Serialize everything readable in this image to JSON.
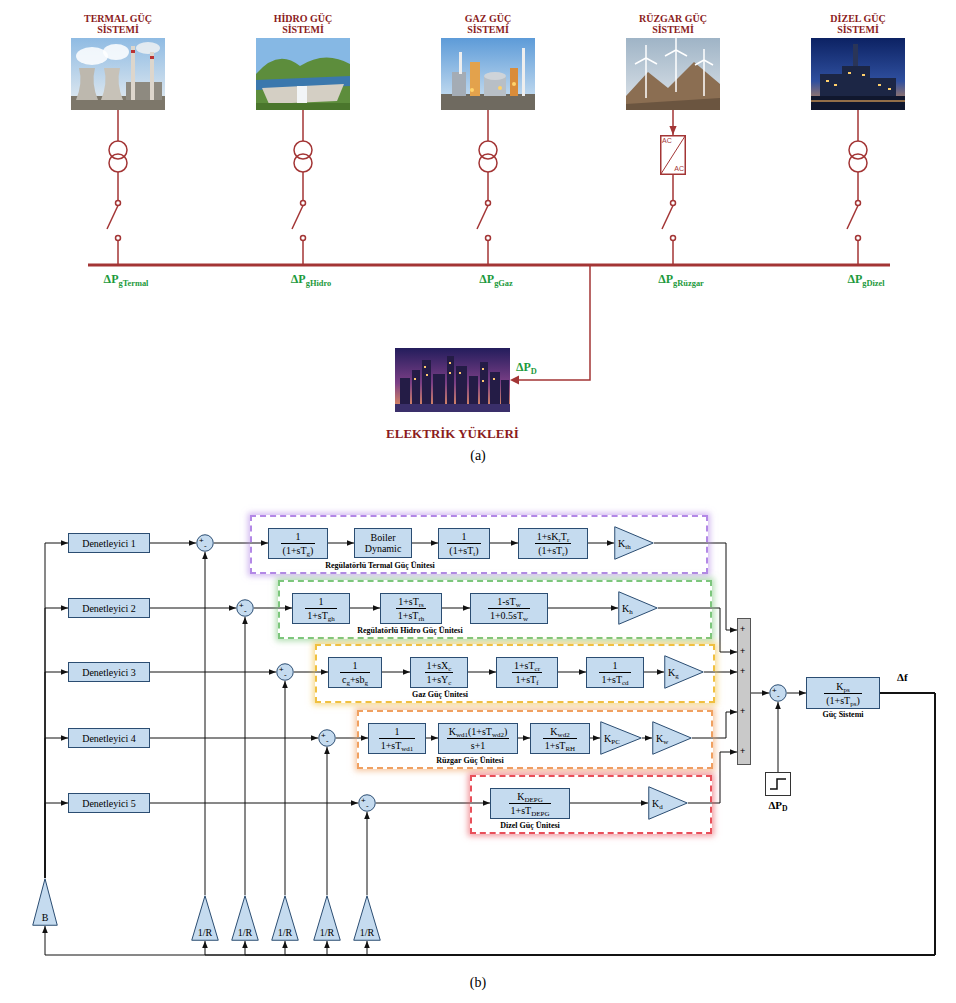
{
  "diagram": {
    "nodes": [
      {
        "text": [
          "TERMAL GÜÇ SİSTEMİ"
        ]
      },
      {
        "text": [
          "HİDRO GÜÇ SİSTEMİ"
        ]
      },
      {
        "text": [
          "GAZ GÜÇ SİSTEMİ"
        ]
      },
      {
        "text": [
          "RÜZGAR GÜÇ SİSTEMİ"
        ]
      },
      {
        "text": [
          "DİZEL GÜÇ SİSTEMİ"
        ]
      },
      {
        "text": [
          "AC",
          "AC"
        ]
      },
      {
        "text": [
          "ELEKTRİK YÜKLERİ"
        ]
      },
      {
        "text": [
          "Denetleyici 1"
        ]
      },
      {
        "text": [
          "+",
          "-"
        ]
      },
      {
        "text": [
          "Regülatörlü Termal Güç Ünitesi"
        ]
      },
      {
        "text": [
          "1",
          "(1+sTg)"
        ],
        "in": 9
      },
      {
        "text": [
          "Boiler Dynamic"
        ],
        "in": 9
      },
      {
        "text": [
          "1",
          "(1+sTt)"
        ],
        "in": 9
      },
      {
        "text": [
          "1+sKrTr",
          "(1+sTr)"
        ],
        "in": 9
      },
      {
        "text": [
          "Kth"
        ],
        "in": 9
      },
      {
        "text": [
          "Denetleyici 2"
        ]
      },
      {
        "text": [
          "+",
          "-"
        ]
      },
      {
        "text": [
          "Regülatörlü Hidro Güç Ünitesi"
        ]
      },
      {
        "text": [
          "1",
          "1+sTgh"
        ],
        "in": 17
      },
      {
        "text": [
          "1+sTrs",
          "1+sTrh"
        ],
        "in": 17
      },
      {
        "text": [
          "1-sTw",
          "1+0.5sTw"
        ],
        "in": 17
      },
      {
        "text": [
          "Kh"
        ],
        "in": 17
      },
      {
        "text": [
          "Denetleyici 3"
        ]
      },
      {
        "text": [
          "+",
          "-"
        ]
      },
      {
        "text": [
          "Gaz Güç Ünitesi"
        ]
      },
      {
        "text": [
          "1",
          "cg+sbg"
        ],
        "in": 24
      },
      {
        "text": [
          "1+sXc",
          "1+sYc"
        ],
        "in": 24
      },
      {
        "text": [
          "1+sTcr",
          "1+sTf"
        ],
        "in": 24
      },
      {
        "text": [
          "1",
          "1+sTcd"
        ],
        "in": 24
      },
      {
        "text": [
          "Kg"
        ],
        "in": 24
      },
      {
        "text": [
          "Denetleyici 4"
        ]
      },
      {
        "text": [
          "+",
          "-"
        ]
      },
      {
        "text": [
          "Rüzgar Güç Ünitesi"
        ]
      },
      {
        "text": [
          "1",
          "1+sTwd1"
        ],
        "in": 32
      },
      {
        "text": [
          "Kwd1(1+sTwd2)",
          "s+1"
        ],
        "in": 32
      },
      {
        "text": [
          "Kwd2",
          "1+sTRH"
        ],
        "in": 32
      },
      {
        "text": [
          "KPC"
        ],
        "in": 32
      },
      {
        "text": [
          "Kw"
        ],
        "in": 32
      },
      {
        "text": [
          "Denetleyici 5"
        ]
      },
      {
        "text": [
          "+",
          "-"
        ]
      },
      {
        "text": [
          "Dizel Güç Ünitesi"
        ]
      },
      {
        "text": [
          "KDEPG",
          "1+sTDEPG"
        ],
        "in": 40
      },
      {
        "text": [
          "Kd"
        ],
        "in": 40
      },
      {
        "text": [
          "+",
          "+",
          "+",
          "+",
          "+"
        ]
      },
      {
        "text": [
          "+",
          "-"
        ]
      },
      {
        "text": [
          "Kps",
          "(1+sTps)",
          "Güç Sistemi"
        ]
      },
      {
        "text": [
          "ΔPD"
        ]
      },
      {
        "text": [
          "B"
        ]
      },
      {
        "text": [
          "1/R"
        ]
      },
      {
        "text": [
          "1/R"
        ]
      },
      {
        "text": [
          "1/R"
        ]
      },
      {
        "text": [
          "1/R"
        ]
      },
      {
        "text": [
          "1/R"
        ]
      }
    ],
    "edges": [
      {
        "from": 3,
        "to": 5,
        "arrow": "to"
      },
      {
        "from": 47,
        "to": 7,
        "arrow": "to"
      },
      {
        "from": 47,
        "to": 15,
        "arrow": "to"
      },
      {
        "from": 47,
        "to": 22,
        "arrow": "to"
      },
      {
        "from": 47,
        "to": 30,
        "arrow": "to"
      },
      {
        "from": 47,
        "to": 38,
        "arrow": "to"
      },
      {
        "from": 7,
        "to": 8,
        "arrow": "to"
      },
      {
        "from": 15,
        "to": 16,
        "arrow": "to"
      },
      {
        "from": 22,
        "to": 23,
        "arrow": "to"
      },
      {
        "from": 30,
        "to": 31,
        "arrow": "to"
      },
      {
        "from": 38,
        "to": 39,
        "arrow": "to"
      },
      {
        "from": 48,
        "to": 8,
        "arrow": "to"
      },
      {
        "from": 49,
        "to": 16,
        "arrow": "to"
      },
      {
        "from": 50,
        "to": 23,
        "arrow": "to"
      },
      {
        "from": 51,
        "to": 31,
        "arrow": "to"
      },
      {
        "from": 52,
        "to": 39,
        "arrow": "to"
      },
      {
        "from": 8,
        "to": 10,
        "arrow": "to"
      },
      {
        "from": 10,
        "to": 11,
        "arrow": "to"
      },
      {
        "from": 11,
        "to": 12,
        "arrow": "to"
      },
      {
        "from": 12,
        "to": 13,
        "arrow": "to"
      },
      {
        "from": 13,
        "to": 14,
        "arrow": "to"
      },
      {
        "from": 14,
        "to": 43,
        "arrow": "to"
      },
      {
        "from": 16,
        "to": 18,
        "arrow": "to"
      },
      {
        "from": 18,
        "to": 19,
        "arrow": "to"
      },
      {
        "from": 19,
        "to": 20,
        "arrow": "to"
      },
      {
        "from": 20,
        "to": 21,
        "arrow": "to"
      },
      {
        "from": 21,
        "to": 43,
        "arrow": "to"
      },
      {
        "from": 23,
        "to": 25,
        "arrow": "to"
      },
      {
        "from": 25,
        "to": 26,
        "arrow": "to"
      },
      {
        "from": 26,
        "to": 27,
        "arrow": "to"
      },
      {
        "from": 27,
        "to": 28,
        "arrow": "to"
      },
      {
        "from": 28,
        "to": 29,
        "arrow": "to"
      },
      {
        "from": 29,
        "to": 43,
        "arrow": "to"
      },
      {
        "from": 31,
        "to": 33,
        "arrow": "to"
      },
      {
        "from": 33,
        "to": 34,
        "arrow": "to"
      },
      {
        "from": 34,
        "to": 35,
        "arrow": "to"
      },
      {
        "from": 35,
        "to": 36,
        "arrow": "to"
      },
      {
        "from": 36,
        "to": 37,
        "arrow": "to"
      },
      {
        "from": 37,
        "to": 43,
        "arrow": "to"
      },
      {
        "from": 39,
        "to": 41,
        "arrow": "to"
      },
      {
        "from": 41,
        "to": 42,
        "arrow": "to"
      },
      {
        "from": 42,
        "to": 43,
        "arrow": "to"
      },
      {
        "from": 43,
        "to": 44,
        "arrow": "to"
      },
      {
        "from": 46,
        "to": 44,
        "arrow": "to"
      },
      {
        "from": 44,
        "to": 45,
        "arrow": "to"
      },
      {
        "from": 45,
        "to": 47,
        "arrow": "to"
      },
      {
        "from": 45,
        "to": 48,
        "arrow": "to"
      },
      {
        "from": 45,
        "to": 49,
        "arrow": "to"
      },
      {
        "from": 45,
        "to": 50,
        "arrow": "to"
      },
      {
        "from": 45,
        "to": 51,
        "arrow": "to"
      },
      {
        "from": 45,
        "to": 52,
        "arrow": "to"
      }
    ],
    "labels": [
      "ΔPgTermal",
      "ΔPgHidro",
      "ΔPgGaz",
      "ΔPgRüzgar",
      "ΔPgDizel",
      "ΔPD",
      "(a)",
      "Δf",
      "(b)"
    ]
  }
}
